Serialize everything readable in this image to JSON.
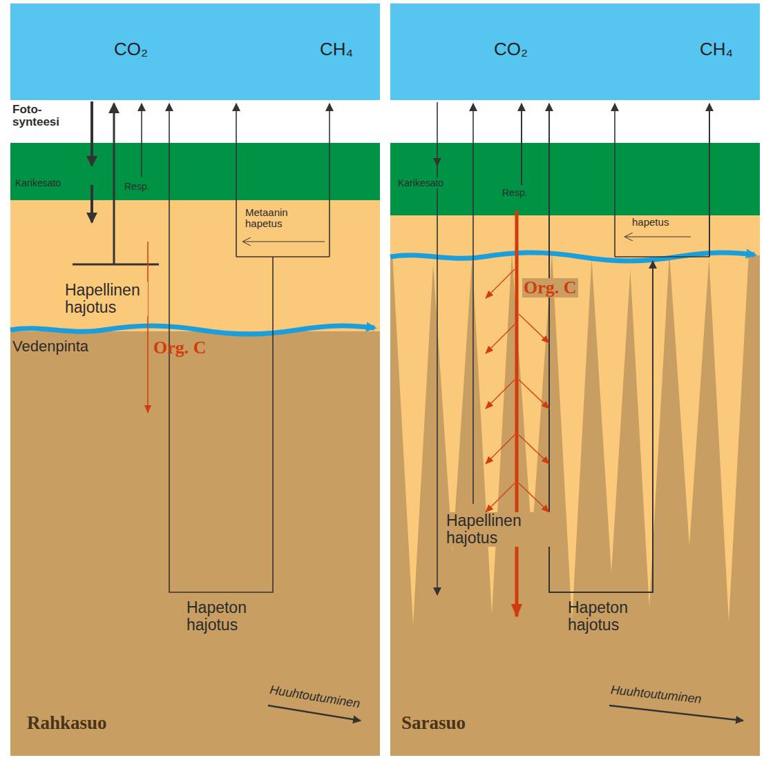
{
  "diagram": {
    "nodes": [
      {
        "text": [
          "Rahkasuo"
        ]
      },
      {
        "text": [
          "CO₂",
          "CH₄"
        ],
        "in": 0
      },
      {
        "text": [
          "Sarasuo"
        ]
      },
      {
        "text": [
          "CO₂",
          "CH₄"
        ],
        "in": 2
      }
    ],
    "labels": [
      "Foto- synteesi",
      "Karikesato",
      "Resp.",
      "Metaanin hapetus",
      "Hapellinen hajotus",
      "Vedenpinta",
      "Org. C",
      "Hapeton hajotus",
      "Huuhtoutuminen",
      "Karikesato",
      "Resp.",
      "hapetus",
      "Org. C",
      "Hapellinen hajotus",
      "Hapeton hajotus",
      "Huuhtoutuminen"
    ]
  }
}
